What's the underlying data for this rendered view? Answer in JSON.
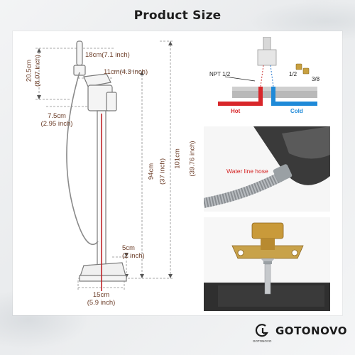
{
  "title": "Product Size",
  "dimensions": {
    "handshower_length": "18cm(7.1 inch)",
    "spout_reach": "11cm(4.3 inch)",
    "handle_height_cm": "20.5cm",
    "handle_height_in": "(8.07 inch)",
    "handle_offset_cm": "7.5cm",
    "handle_offset_in": "(2.95 inch)",
    "body_height_cm": "94cm",
    "body_height_in": "(37 inch)",
    "total_height_cm": "101cm",
    "total_height_in": "(39.76 inch)",
    "base_height_cm": "5cm",
    "base_height_in": "(2 inch)",
    "base_width_cm": "15cm",
    "base_width_in": "(5.9 inch)"
  },
  "install_panel": {
    "npt_label": "NPT 1/2",
    "fitting_half": "1/2",
    "fitting_three_eighths": "3/8",
    "hot_label": "Hot",
    "cold_label": "Cold",
    "colors": {
      "hot": "#d8262a",
      "cold": "#1f8ad8"
    }
  },
  "hose_panel": {
    "label": "Water line hose",
    "label_color": "#d42020"
  },
  "brand": {
    "name": "GOTONOVO",
    "logo_text": "GOTONOVO",
    "logo_icon": "gotonovo-logo-icon"
  }
}
